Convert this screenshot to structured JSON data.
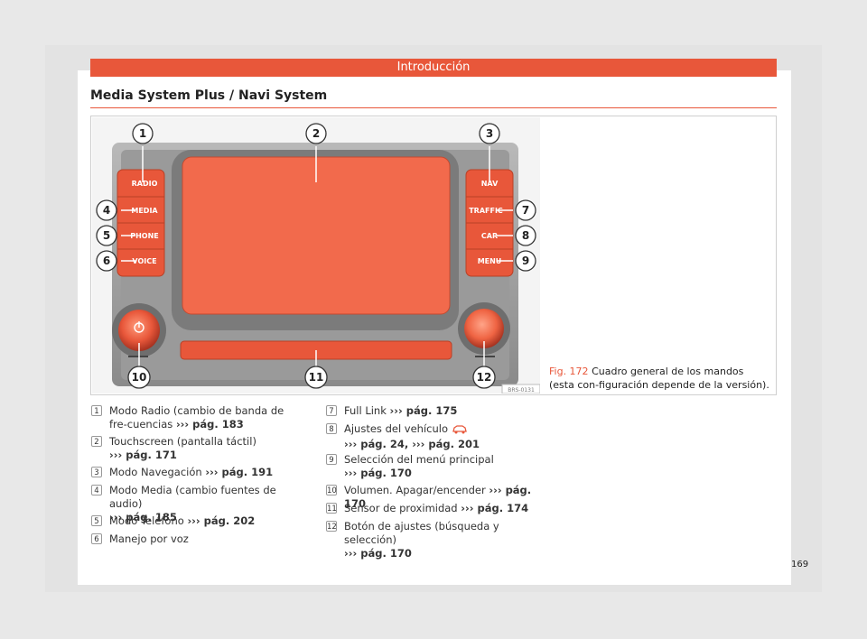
{
  "header": {
    "banner": "Introducción",
    "section_title": "Media System Plus / Navi System"
  },
  "figure": {
    "photo_code": "BRS-0131",
    "left_buttons": [
      "RADIO",
      "MEDIA",
      "PHONE",
      "VOICE"
    ],
    "right_buttons": [
      "NAV",
      "TRAFFIC",
      "CAR",
      "MENU"
    ],
    "callouts": [
      "1",
      "2",
      "3",
      "4",
      "5",
      "6",
      "7",
      "8",
      "9",
      "10",
      "11",
      "12"
    ],
    "caption_label": "Fig. 172",
    "caption_text": "Cuadro general de los mandos (esta con-figuración depende de la versión)."
  },
  "items": [
    {
      "num": "1",
      "text": "Modo Radio (cambio de banda de fre-cuencias",
      "ref": "››› pág. 183"
    },
    {
      "num": "2",
      "text": "Touchscreen (pantalla táctil)",
      "ref": "››› pág. 171"
    },
    {
      "num": "3",
      "text": "Modo Navegación",
      "ref": "››› pág. 191"
    },
    {
      "num": "4",
      "text": "Modo Media (cambio fuentes de audio)",
      "ref": "››› pág. 185"
    },
    {
      "num": "5",
      "text": "Modo Teléfono",
      "ref": "››› pág. 202"
    },
    {
      "num": "6",
      "text": "Manejo por voz",
      "ref": ""
    },
    {
      "num": "7",
      "text": "Full Link",
      "ref": "››› pág. 175"
    },
    {
      "num": "8",
      "text": "Ajustes del vehículo",
      "ref": "››› pág. 24, ››› pág. 201"
    },
    {
      "num": "9",
      "text": "Selección del menú principal",
      "ref": "››› pág. 170"
    },
    {
      "num": "10",
      "text": "Volumen. Apagar/encender",
      "ref": "››› pág. 170"
    },
    {
      "num": "11",
      "text": "Sensor de proximidad",
      "ref": "››› pág. 174"
    },
    {
      "num": "12",
      "text": "Botón de ajustes (búsqueda y selección)",
      "ref": "››› pág. 170"
    }
  ],
  "footer": {
    "page_number": "169"
  },
  "colors": {
    "accent": "#e8573a",
    "screen": "#f26a4c",
    "panel": "#8c8c8c"
  }
}
